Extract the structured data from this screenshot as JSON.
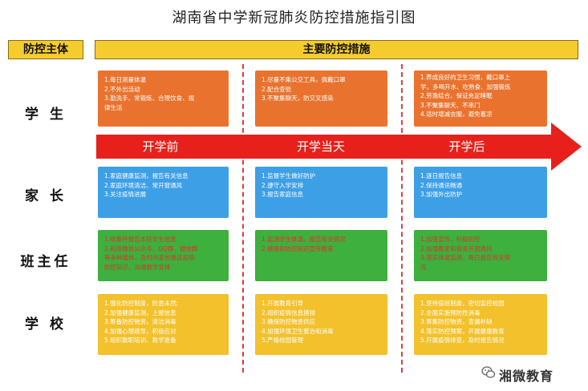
{
  "title": "湖南省中学新冠肺炎防控措施指引图",
  "header": {
    "left": "防控主体",
    "main": "主要防控措施"
  },
  "phases": [
    "开学前",
    "开学当天",
    "开学后"
  ],
  "rows": [
    {
      "label": "学 生",
      "cells": [
        [
          "1.每日测量体温",
          "2.不外出活动",
          "3.勤洗手、常锻炼、合理饮食、规",
          "律生活"
        ],
        [
          "1.尽量不乘公交工具，佩戴口罩",
          "2.配合查验",
          "3.不聚集聊天，防交叉感染"
        ],
        [
          "1.养成良好的卫生习惯，戴口罩上",
          "学，多喝开水、吃熟食、加强锻炼",
          "2.劳逸结合、保证充足睡眠",
          "3.不聚集聊天、不串门",
          "4.适时增减衣服，避免着凉"
        ]
      ]
    },
    {
      "label": "家 长",
      "cells": [
        [
          "1.家庭健康监测，报告有关信息",
          "2.家庭环境清洁、常开窗通风",
          "3.关注疫情进展"
        ],
        [
          "1.监督学生做好防护",
          "2.遵守入学安排",
          "3.报告家庭信息"
        ],
        [
          "1.逐日报告信息",
          "2.保持通讯畅通",
          "3.加强外出防护"
        ]
      ]
    },
    {
      "label": "班主任",
      "cells": [
        [
          "1.收集并报告本班学生信息",
          "2.利用微信公众号、QQ群、微信群",
          "等多种载体，及时向家长推送疫情",
          "防控知识、沟通教学安排"
        ],
        [
          "1.监测学生体温，报告有关情况",
          "2.健康和防控知识宣传教育"
        ],
        [
          "1.加强宣传，积极防控",
          "2.加强教室和宿舍开窗通风",
          "3.落实体温监测，每日报告有关情",
          "况"
        ]
      ]
    },
    {
      "label": "学 校",
      "cells": [
        [
          "1.强化防控制度，防患未然;",
          "2.加强健康监测，上报信息",
          "3.筹备防控物资，清洁消毒",
          "4.加强心理疏导，积极应对",
          "5.组织教职培训、教学准备"
        ],
        [
          "1.开展教育引导",
          "2.组织疫情信息摸排",
          "3.确保防控物资供应",
          "4.加强环境卫生整治和消毒",
          "5.严格校园管理"
        ],
        [
          "1.坚持值班制度，密切监控校园",
          "2.全面实施预防性消毒",
          "3.筹集防控物资，查漏补缺",
          "4.落实防控预案，开展健康教育",
          "5.开展疫情排查，及时报告情况"
        ]
      ]
    }
  ],
  "watermark": "湘微教育",
  "colors": {
    "student": "#e9732e",
    "parent": "#3d9fe6",
    "teacher": "#3db03d",
    "school": "#f2c12c",
    "arrow": "#e8201c",
    "header": "#f5cc2d"
  }
}
